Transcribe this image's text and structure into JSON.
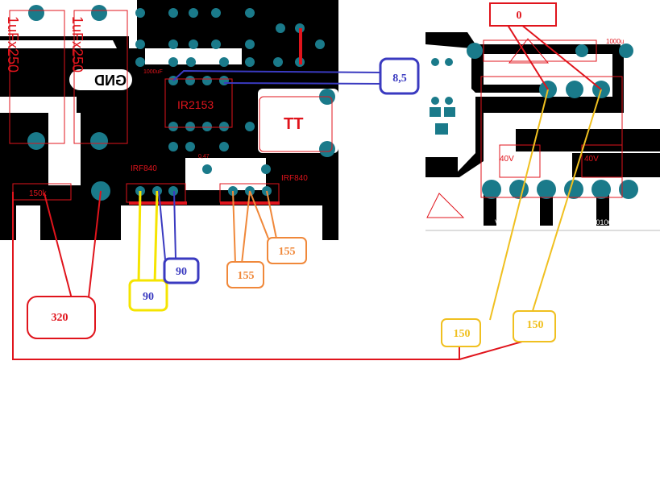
{
  "pcb": {
    "cap1": "1uFx250",
    "cap2": "1uFx250",
    "gnd": "GND",
    "ic": "IR2153",
    "transformer": "TT",
    "mosfet1": "IRF840",
    "mosfet2": "IRF840",
    "resistor": "150k",
    "cap_small": "1000uF",
    "cap_out": "1000u",
    "diode1": "VBR2010CT",
    "diode2": "VBR2010CT",
    "cap_40v_1": "40V",
    "cap_40v_2": "40V",
    "cap_047": "0,47"
  },
  "measurements": {
    "vcc": "8,5",
    "gate_yellow": "90",
    "gate_blue": "90",
    "mos2_a": "155",
    "mos2_b": "155",
    "bus": "320",
    "secondary_a": "150",
    "secondary_b": "150",
    "output": "0"
  },
  "colors": {
    "red": "#e0141c",
    "yellow": "#f5e400",
    "blue": "#3a3ac0",
    "orange": "#f0883a",
    "gold": "#f0c020",
    "pad": "#1a7a8a"
  }
}
